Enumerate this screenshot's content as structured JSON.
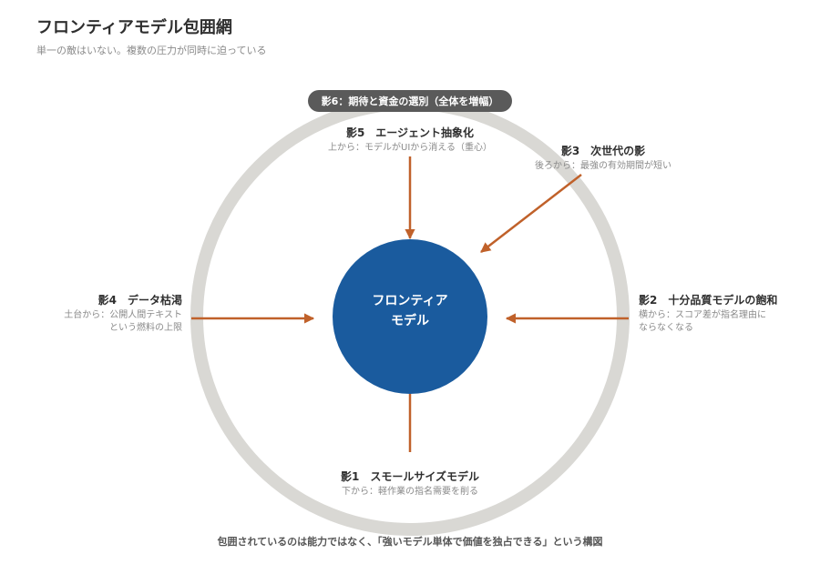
{
  "header": {
    "title": "フロンティアモデル包囲網",
    "subtitle": "単一の敵はいない。複数の圧力が同時に迫っている"
  },
  "core": {
    "line1": "フロンティア",
    "line2": "モデル"
  },
  "pressures": {
    "shadow6": {
      "label": "影6：期待と資金の選別（全体を増幅）"
    },
    "shadow5": {
      "label": "影5　エージェント抽象化",
      "desc": "上から：モデルがUIから消える（重心）"
    },
    "shadow3": {
      "label": "影3　次世代の影",
      "desc": "後ろから：最強の有効期間が短い"
    },
    "shadow4": {
      "label": "影4　データ枯渇",
      "desc1": "土台から：公開人間テキスト",
      "desc2": "という燃料の上限"
    },
    "shadow2": {
      "label": "影2　十分品質モデルの飽和",
      "desc1": "横から：スコア差が指名理由に",
      "desc2": "ならなくなる"
    },
    "shadow1": {
      "label": "影1　スモールサイズモデル",
      "desc": "下から：軽作業の指名需要を削る"
    }
  },
  "caption": "包囲されているのは能力ではなく、「強いモデル単体で価値を独占できる」という構図",
  "colors": {
    "ring": "#d9d8d4",
    "core": "#1a5b9e",
    "arrow": "#c0612a",
    "pill": "#5a5a5a"
  }
}
